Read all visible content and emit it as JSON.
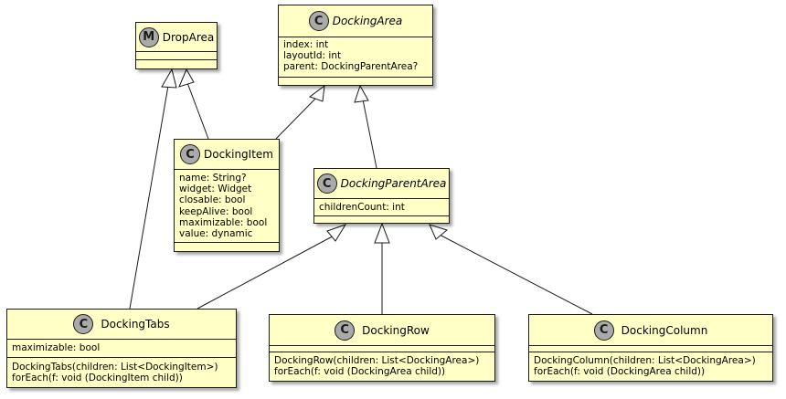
{
  "classes": {
    "drop_area": {
      "stereotype": "M",
      "name": "DropArea",
      "attributes": [],
      "methods": []
    },
    "docking_area": {
      "stereotype": "C",
      "name": "DockingArea",
      "attributes": [
        "index: int",
        "layoutId: int",
        "parent: DockingParentArea?"
      ],
      "methods": []
    },
    "docking_item": {
      "stereotype": "C",
      "name": "DockingItem",
      "attributes": [
        "name: String?",
        "widget: Widget",
        "closable: bool",
        "keepAlive: bool",
        "maximizable: bool",
        "value: dynamic"
      ],
      "methods": []
    },
    "docking_parent_area": {
      "stereotype": "C",
      "name": "DockingParentArea",
      "attributes": [
        "childrenCount: int"
      ],
      "methods": []
    },
    "docking_tabs": {
      "stereotype": "C",
      "name": "DockingTabs",
      "attributes": [
        "maximizable: bool"
      ],
      "methods": [
        "DockingTabs(children: List<DockingItem>)",
        "forEach(f: void (DockingItem child))"
      ]
    },
    "docking_row": {
      "stereotype": "C",
      "name": "DockingRow",
      "attributes": [],
      "methods": [
        "DockingRow(children: List<DockingArea>)",
        "forEach(f: void (DockingArea child))"
      ]
    },
    "docking_column": {
      "stereotype": "C",
      "name": "DockingColumn",
      "attributes": [],
      "methods": [
        "DockingColumn(children: List<DockingArea>)",
        "forEach(f: void (DockingArea child))"
      ]
    }
  },
  "relations": [
    {
      "from": "docking_item",
      "to": "drop_area",
      "type": "inheritance"
    },
    {
      "from": "docking_tabs",
      "to": "drop_area",
      "type": "inheritance"
    },
    {
      "from": "docking_item",
      "to": "docking_area",
      "type": "inheritance"
    },
    {
      "from": "docking_parent_area",
      "to": "docking_area",
      "type": "inheritance"
    },
    {
      "from": "docking_tabs",
      "to": "docking_parent_area",
      "type": "inheritance"
    },
    {
      "from": "docking_row",
      "to": "docking_parent_area",
      "type": "inheritance"
    },
    {
      "from": "docking_column",
      "to": "docking_parent_area",
      "type": "inheritance"
    }
  ]
}
